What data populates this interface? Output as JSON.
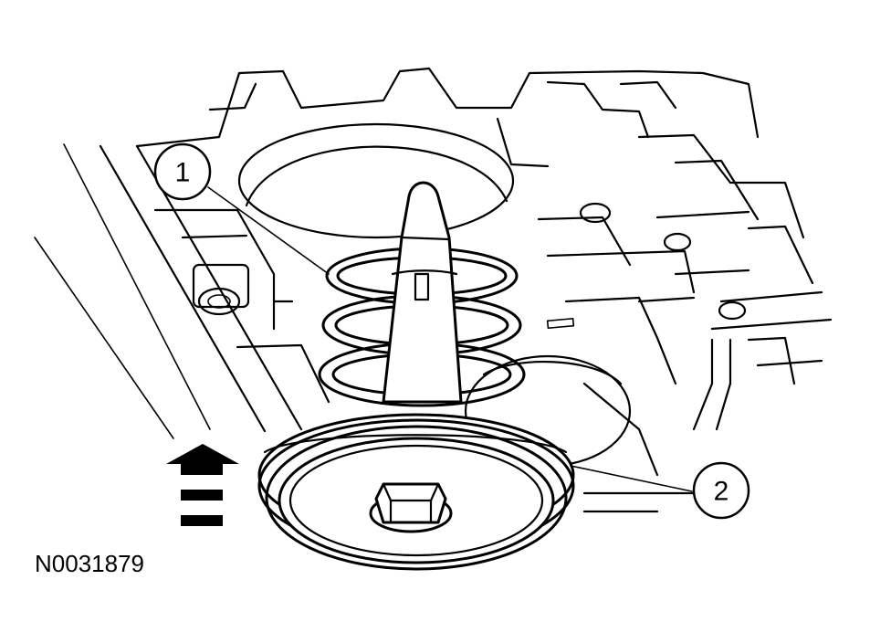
{
  "callouts": [
    {
      "label": "1"
    },
    {
      "label": "2"
    }
  ],
  "figure_id": "N0031879"
}
